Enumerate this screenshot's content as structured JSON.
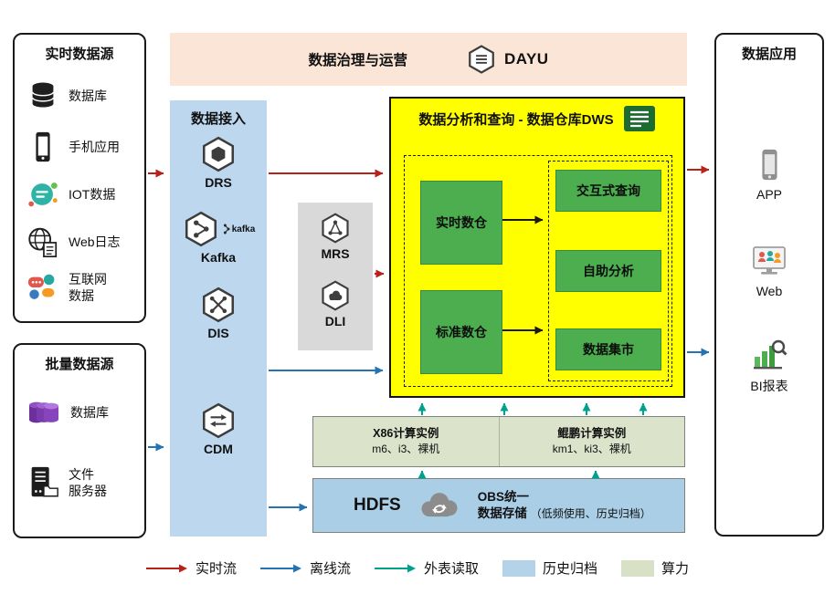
{
  "governance": {
    "title": "数据治理与运营",
    "logo_text": "DAYU"
  },
  "realtime_sources": {
    "title": "实时数据源",
    "items": [
      {
        "label": "数据库",
        "icon": "database-icon"
      },
      {
        "label": "手机应用",
        "icon": "mobile-app-icon"
      },
      {
        "label": "IOT数据",
        "icon": "iot-icon"
      },
      {
        "label": "Web日志",
        "icon": "web-log-icon"
      },
      {
        "label": "互联网\n数据",
        "icon": "internet-data-icon"
      }
    ]
  },
  "batch_sources": {
    "title": "批量数据源",
    "items": [
      {
        "label": "数据库",
        "icon": "purple-database-icon"
      },
      {
        "label": "文件\n服务器",
        "icon": "file-server-icon"
      }
    ]
  },
  "ingestion": {
    "title": "数据接入",
    "items": [
      {
        "label": "DRS",
        "icon": "drs-hexagon-icon"
      },
      {
        "label": "Kafka",
        "icon": "kafka-hexagon-icon",
        "logo_text": "kafka"
      },
      {
        "label": "DIS",
        "icon": "dis-hexagon-icon"
      },
      {
        "label": "CDM",
        "icon": "cdm-hexagon-icon"
      }
    ]
  },
  "processing": {
    "items": [
      {
        "label": "MRS",
        "icon": "mrs-hexagon-icon"
      },
      {
        "label": "DLI",
        "icon": "dli-cloud-icon"
      }
    ]
  },
  "dws": {
    "title": "数据分析和查询 - 数据仓库DWS",
    "warehouses": [
      {
        "label": "实时数仓"
      },
      {
        "label": "标准数仓"
      }
    ],
    "services": [
      {
        "label": "交互式查询"
      },
      {
        "label": "自助分析"
      },
      {
        "label": "数据集市"
      }
    ]
  },
  "compute": {
    "x86": {
      "title": "X86计算实例",
      "subtitle": "m6、i3、裸机"
    },
    "kunpeng": {
      "title": "鲲鹏计算实例",
      "subtitle": "km1、ki3、裸机"
    }
  },
  "storage": {
    "hdfs_label": "HDFS",
    "obs_line1": "OBS统一",
    "obs_line2": "数据存储",
    "note": "（低频使用、历史归档）"
  },
  "applications": {
    "title": "数据应用",
    "items": [
      {
        "label": "APP",
        "icon": "app-phone-icon"
      },
      {
        "label": "Web",
        "icon": "web-monitor-icon"
      },
      {
        "label": "BI报表",
        "icon": "bi-report-icon"
      }
    ]
  },
  "legend": {
    "items": [
      {
        "label": "实时流",
        "type": "arrow",
        "color": "#b82219"
      },
      {
        "label": "离线流",
        "type": "arrow",
        "color": "#2673b2"
      },
      {
        "label": "外表读取",
        "type": "arrow",
        "color": "#00a18c"
      },
      {
        "label": "历史归档",
        "type": "swatch",
        "color": "#b4d3e9"
      },
      {
        "label": "算力",
        "type": "swatch",
        "color": "#d8e0c6"
      }
    ]
  },
  "colors": {
    "governance_bg": "#fbe5d6",
    "ingestion_bg": "#bdd7ee",
    "processing_bg": "#d9d9d9",
    "dws_bg": "#ffff00",
    "warehouse_green": "#4cae4f",
    "compute_bg": "#dbe3cb",
    "storage_bg": "#a9cee6"
  }
}
